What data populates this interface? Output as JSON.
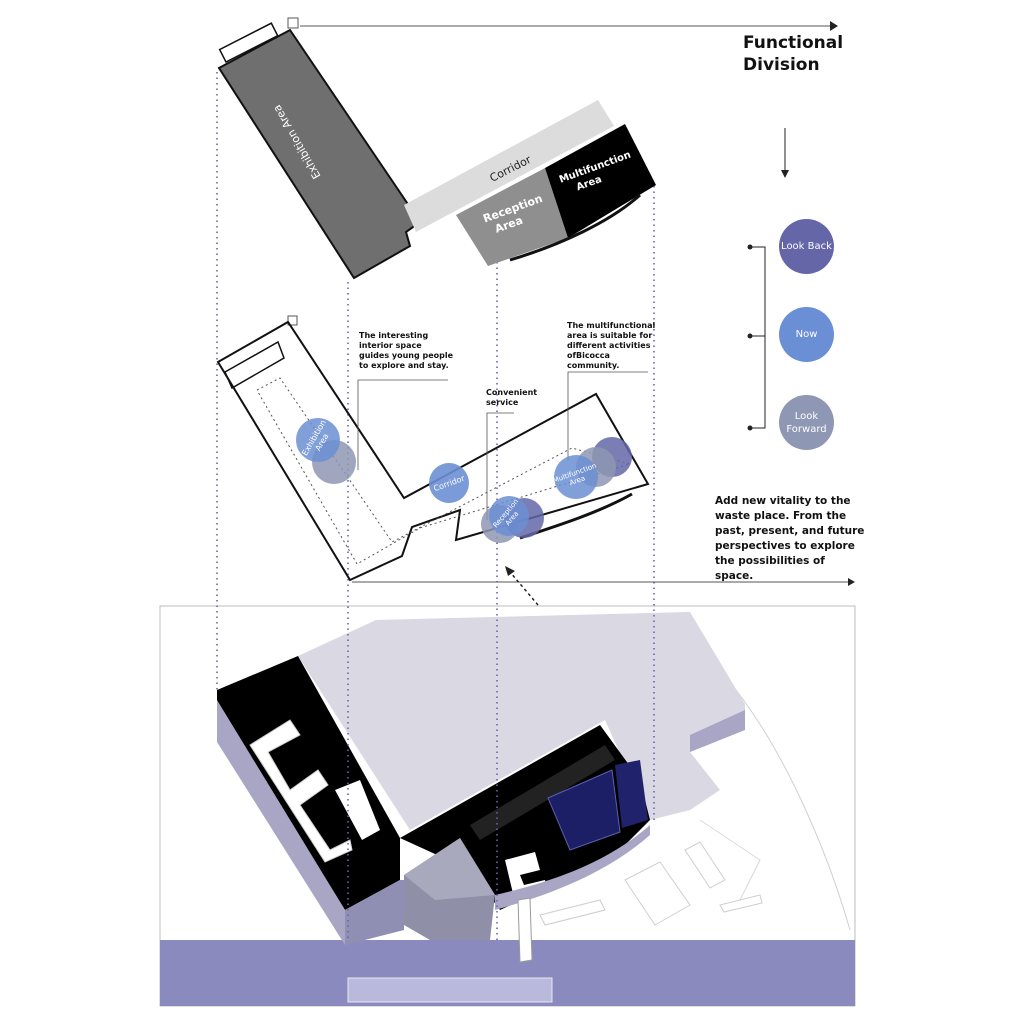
{
  "title_line1": "Functional",
  "title_line2": "Division",
  "plan_labels": {
    "exhibition_area": "Exhibition Area",
    "corridor": "Corridor",
    "reception_line1": "Reception",
    "reception_line2": "Area",
    "multifunction_line1": "Multifunction",
    "multifunction_line2": "Area"
  },
  "notes": {
    "interior": "The interesting interior space guides young people to explore and stay.",
    "service": "Convenient service",
    "multifunctional": "The multifunctional area is suitable for different activities ofBicocca community."
  },
  "middle_circle_labels": {
    "exhibition_line1": "Exhibition",
    "exhibition_line2": "Area",
    "corridor": "Corridor",
    "reception_line1": "Reception",
    "reception_line2": "Area",
    "multifunction_line1": "Multifunction",
    "multifunction_line2": "Area"
  },
  "timeline": [
    {
      "label_line1": "Look Back",
      "label_line2": "",
      "color": "#6466a8"
    },
    {
      "label_line1": "Now",
      "label_line2": "",
      "color": "#6b8fd4"
    },
    {
      "label_line1": "Look",
      "label_line2": "Forward",
      "color": "#8e97b3"
    }
  ],
  "summary": "Add new vitality to the waste place. From the past, present, and future perspectives to explore the possibilities of space.",
  "colors": {
    "exhibition_fill": "#6f6f6f",
    "corridor_fill": "#dcdcdc",
    "reception_fill": "#8f8f8f",
    "multifunction_fill": "#000000",
    "roof_fill": "#d9d8e3",
    "wall_side": "#a8a6c4",
    "water": "#8a8abf",
    "guide_dots": "#6f62b0"
  }
}
